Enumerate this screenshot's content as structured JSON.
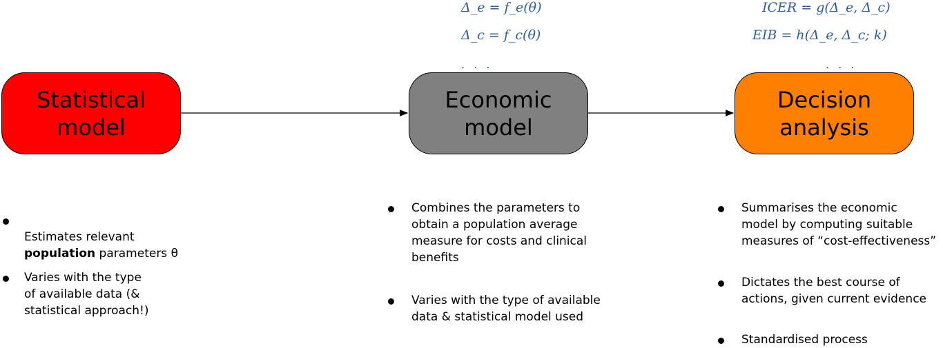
{
  "boxes": [
    {
      "title": "Statistical\nmodel",
      "color": "#ff0000"
    },
    {
      "title": "Economic\nmodel",
      "color": "#808080"
    },
    {
      "title": "Decision\nanalysis",
      "color": "#ff8000"
    }
  ],
  "equations": {
    "economic": [
      "Δ_e = f_e(θ)",
      "Δ_c = f_c(θ)",
      ". . ."
    ],
    "decision": [
      "ICER = g(Δ_e, Δ_c)",
      "EIB = h(Δ_e, Δ_c; k)",
      ". . ."
    ]
  },
  "statistical_bullets": [
    {
      "pre": "Estimates relevant\n",
      "bold": "population",
      "post": " parameters θ"
    },
    {
      "pre": "Varies with the type\nof available data (&\nstatistical approach!)",
      "bold": "",
      "post": ""
    }
  ],
  "economic_bullets": [
    "Combines the parameters to\nobtain a population average\nmeasure for costs and clinical\nbenefits",
    "Varies with the type of available\ndata & statistical model used"
  ],
  "decision_bullets": [
    "Summarises the economic\nmodel by computing suitable\nmeasures of “cost-effectiveness”",
    "Dictates the best course of\nactions, given current evidence",
    "Standardised process"
  ]
}
